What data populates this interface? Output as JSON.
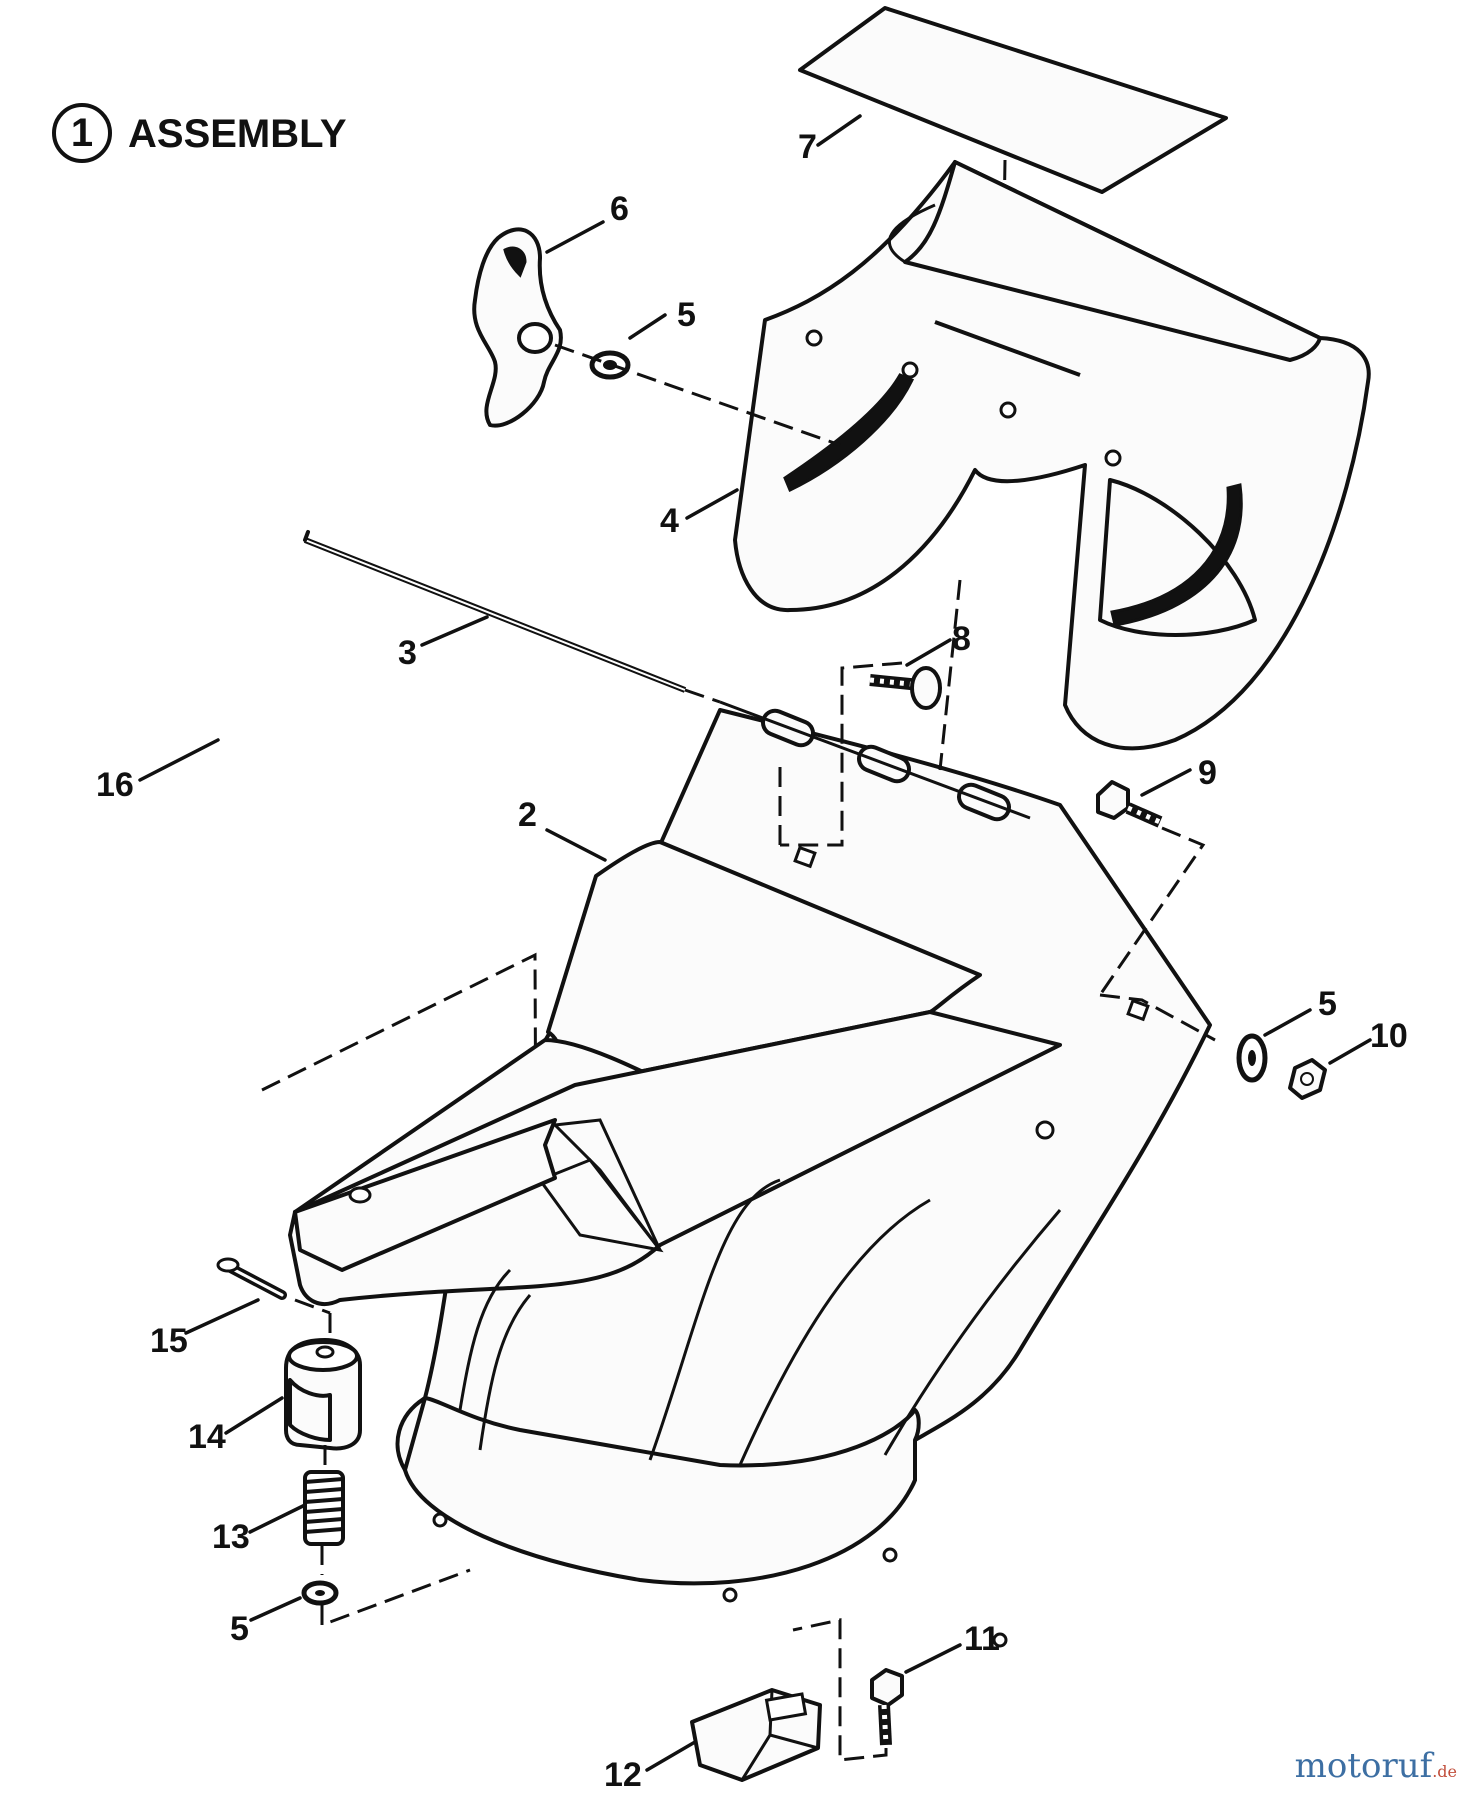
{
  "title": {
    "circle_number": "1",
    "text": "ASSEMBLY"
  },
  "callouts": {
    "2": "2",
    "3": "3",
    "4": "4",
    "5a": "5",
    "5b": "5",
    "5c": "5",
    "6": "6",
    "7": "7",
    "8": "8",
    "9": "9",
    "10": "10",
    "11": "11",
    "12": "12",
    "13": "13",
    "14": "14",
    "15": "15",
    "16": "16"
  },
  "watermark": {
    "main": "motoruf",
    "tld": ".de"
  },
  "colors": {
    "line": "#111111",
    "watermark_blue": "#3d6fa3",
    "watermark_red": "#c14d3a"
  }
}
